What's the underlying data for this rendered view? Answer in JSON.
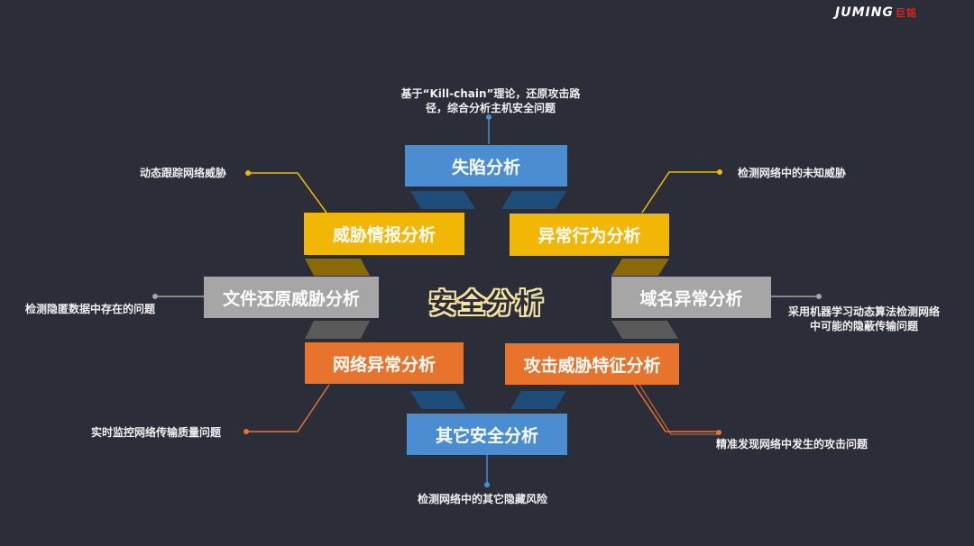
{
  "brand": {
    "name": "JUMING",
    "sub": "巨铭"
  },
  "center": {
    "title": "安全分析"
  },
  "colors": {
    "background": "#2b2d38",
    "blue": "#4a8ed1",
    "yellow": "#f2b705",
    "gray": "#a6a6a6",
    "orange": "#e8732c",
    "center_text_outline": "#f4e3a2"
  },
  "nodes": [
    {
      "id": "fall",
      "label": "失陷分析",
      "color": "blue",
      "desc": [
        "基于“Kill-chain”理论，还原攻击路",
        "径，综合分析主机安全问题"
      ]
    },
    {
      "id": "intel",
      "label": "威胁情报分析",
      "color": "yellow",
      "desc": [
        "动态跟踪网络威胁"
      ]
    },
    {
      "id": "abnorm",
      "label": "异常行为分析",
      "color": "yellow",
      "desc": [
        "检测网络中的未知威胁"
      ]
    },
    {
      "id": "file",
      "label": "文件还原威胁分析",
      "color": "gray",
      "desc": [
        "检测隐匿数据中存在的问题"
      ]
    },
    {
      "id": "domain",
      "label": "域名异常分析",
      "color": "gray",
      "desc": [
        "采用机器学习动态算法检测网络",
        "中可能的隐蔽传输问题"
      ]
    },
    {
      "id": "net",
      "label": "网络异常分析",
      "color": "orange",
      "desc": [
        "实时监控网络传输质量问题"
      ]
    },
    {
      "id": "attack",
      "label": "攻击威胁特征分析",
      "color": "orange",
      "desc": [
        "精准发现网络中发生的攻击问题"
      ]
    },
    {
      "id": "other",
      "label": "其它安全分析",
      "color": "blue",
      "desc": [
        "检测网络中的其它隐藏风险"
      ]
    }
  ]
}
